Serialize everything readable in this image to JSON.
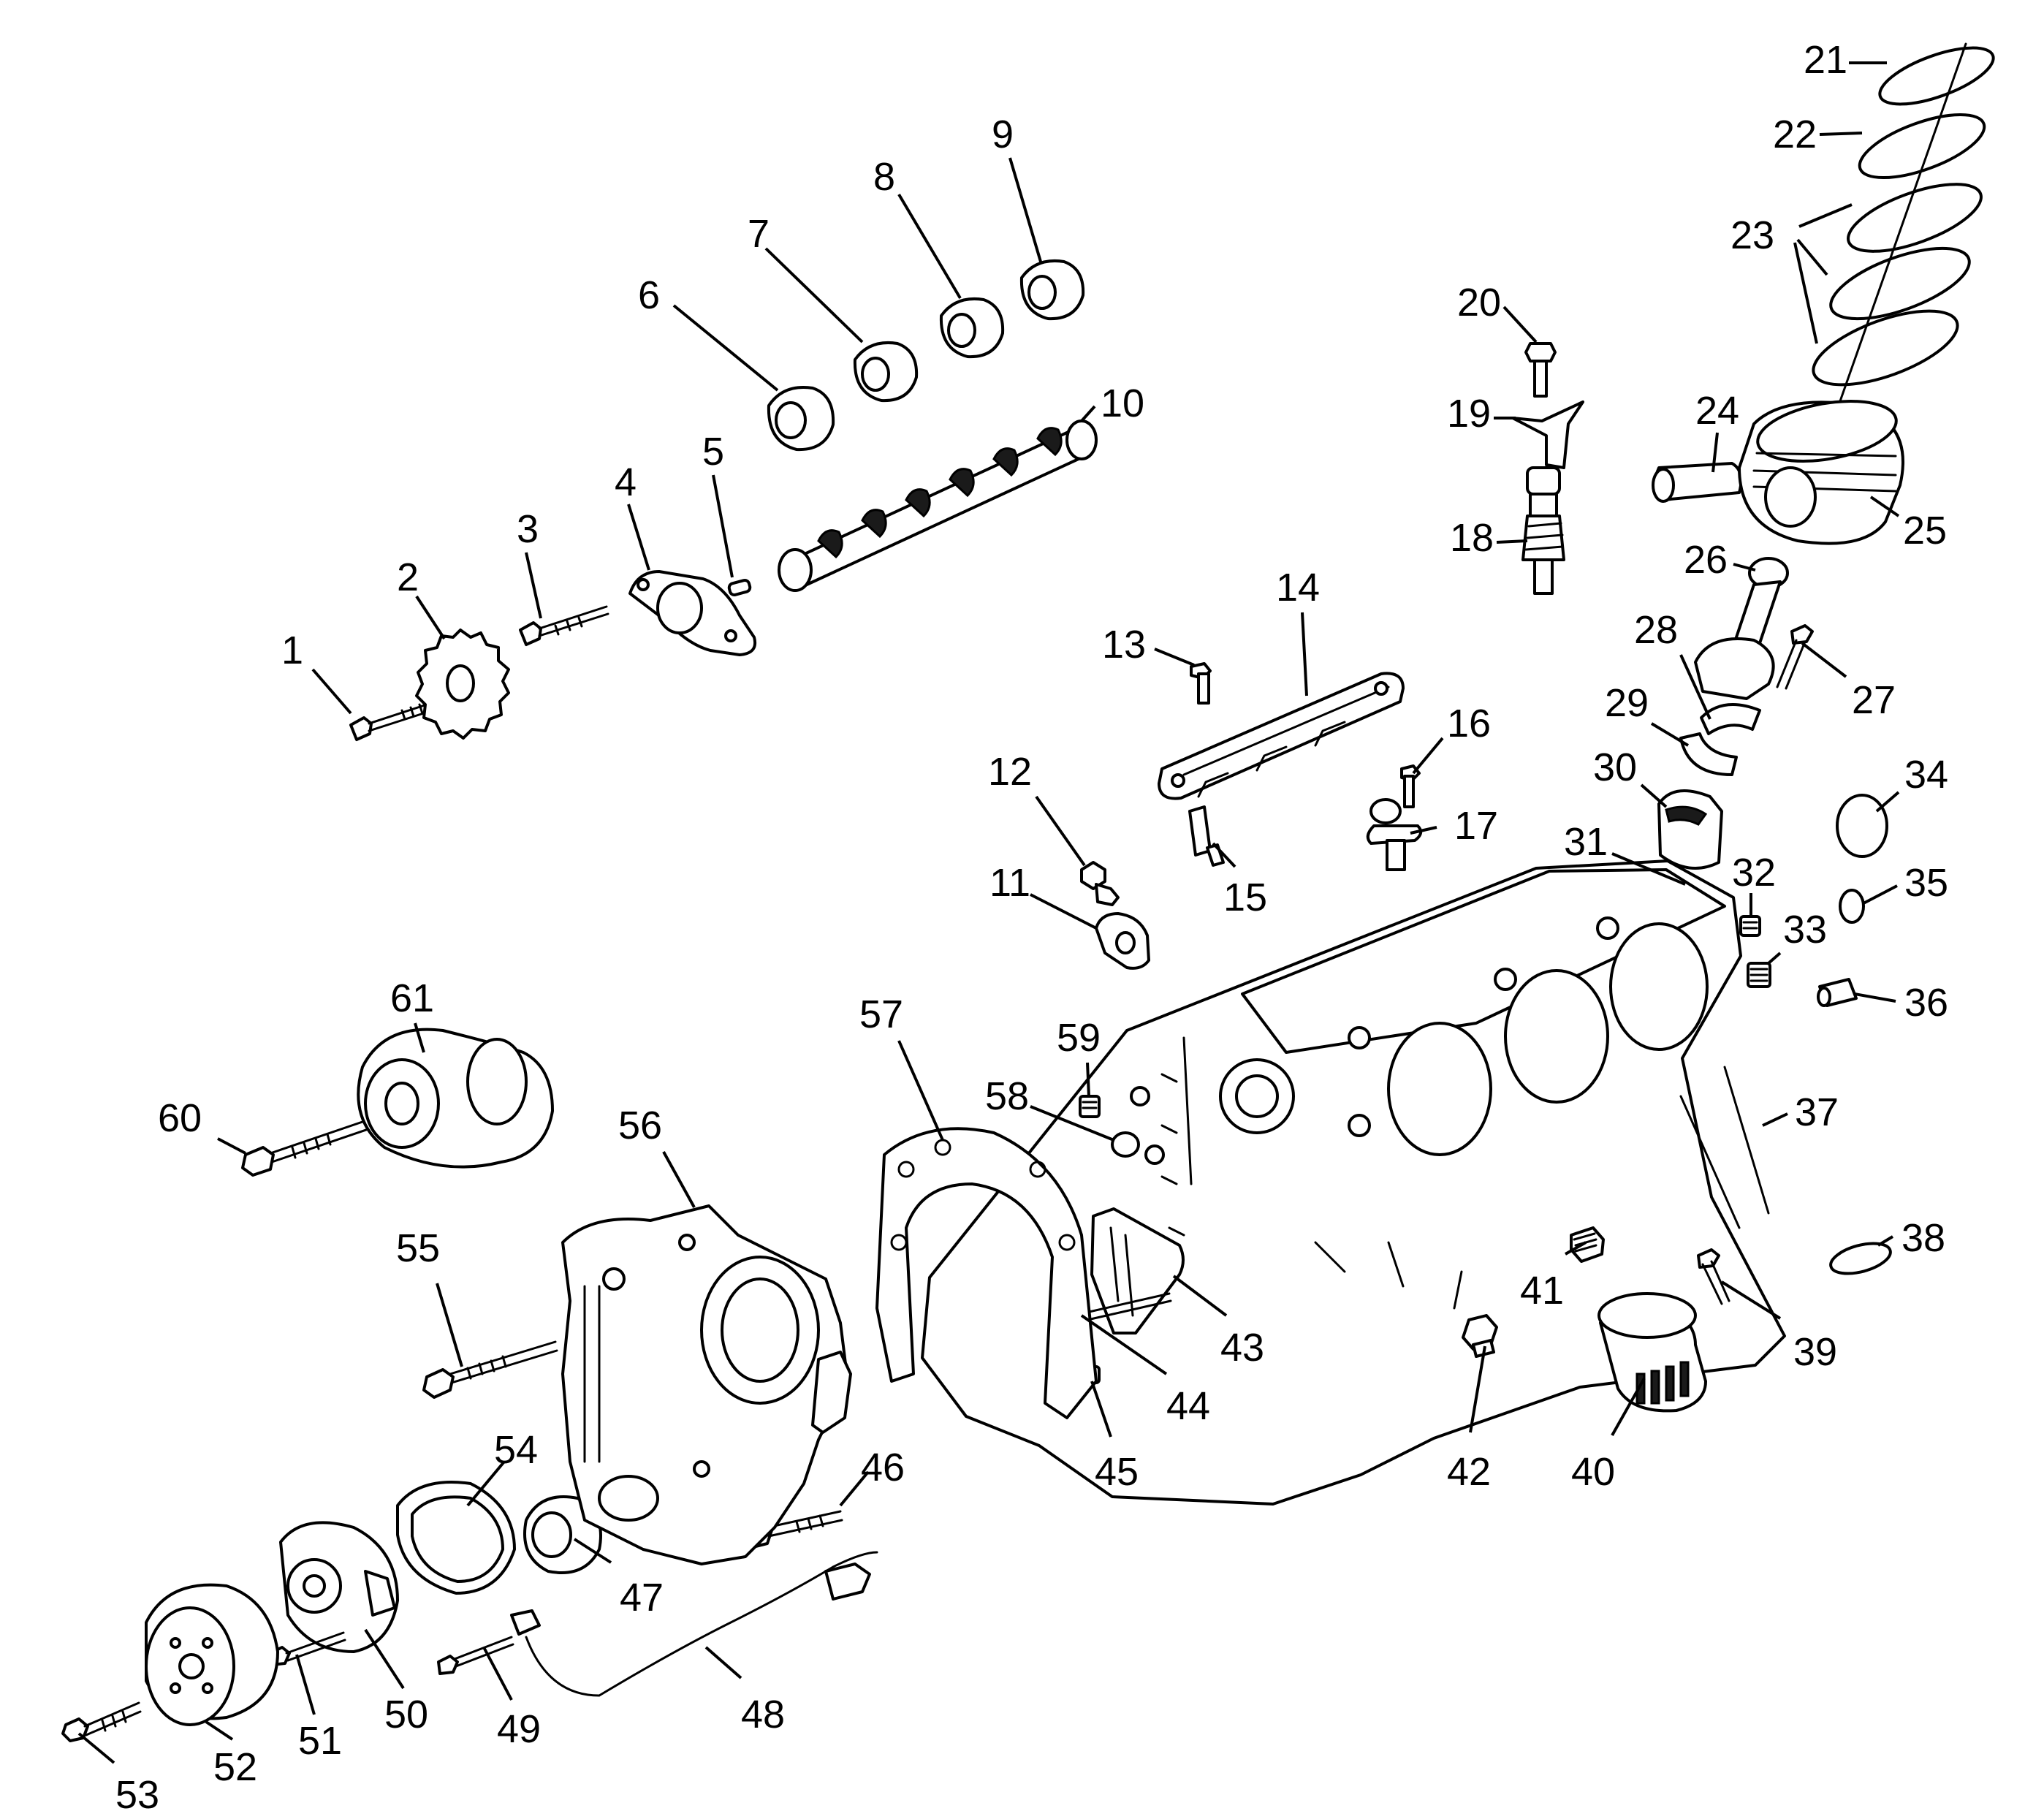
{
  "callouts": [
    {
      "n": "1"
    },
    {
      "n": "2"
    },
    {
      "n": "3"
    },
    {
      "n": "4"
    },
    {
      "n": "5"
    },
    {
      "n": "6"
    },
    {
      "n": "7"
    },
    {
      "n": "8"
    },
    {
      "n": "9"
    },
    {
      "n": "10"
    },
    {
      "n": "11"
    },
    {
      "n": "12"
    },
    {
      "n": "13"
    },
    {
      "n": "14"
    },
    {
      "n": "15"
    },
    {
      "n": "16"
    },
    {
      "n": "17"
    },
    {
      "n": "18"
    },
    {
      "n": "19"
    },
    {
      "n": "20"
    },
    {
      "n": "21"
    },
    {
      "n": "22"
    },
    {
      "n": "23"
    },
    {
      "n": "24"
    },
    {
      "n": "25"
    },
    {
      "n": "26"
    },
    {
      "n": "27"
    },
    {
      "n": "28"
    },
    {
      "n": "29"
    },
    {
      "n": "30"
    },
    {
      "n": "31"
    },
    {
      "n": "32"
    },
    {
      "n": "33"
    },
    {
      "n": "34"
    },
    {
      "n": "35"
    },
    {
      "n": "36"
    },
    {
      "n": "37"
    },
    {
      "n": "38"
    },
    {
      "n": "39"
    },
    {
      "n": "40"
    },
    {
      "n": "41"
    },
    {
      "n": "42"
    },
    {
      "n": "43"
    },
    {
      "n": "44"
    },
    {
      "n": "45"
    },
    {
      "n": "46"
    },
    {
      "n": "47"
    },
    {
      "n": "48"
    },
    {
      "n": "49"
    },
    {
      "n": "50"
    },
    {
      "n": "51"
    },
    {
      "n": "52"
    },
    {
      "n": "53"
    },
    {
      "n": "54"
    },
    {
      "n": "55"
    },
    {
      "n": "56"
    },
    {
      "n": "57"
    },
    {
      "n": "58"
    },
    {
      "n": "59"
    },
    {
      "n": "60"
    },
    {
      "n": "61"
    }
  ]
}
